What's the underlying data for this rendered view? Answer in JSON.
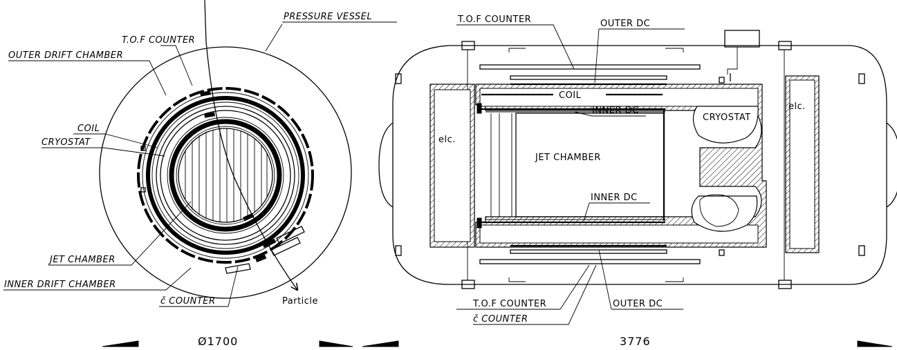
{
  "end_view": {
    "labels": {
      "pressure_vessel": "PRESSURE VESSEL",
      "tof_counter": "T.O.F COUNTER",
      "outer_drift_chamber": "OUTER DRIFT CHAMBER",
      "coil": "COIL",
      "cryostat": "CRYOSTAT",
      "jet_chamber": "JET CHAMBER",
      "inner_drift_chamber": "INNER DRIFT CHAMBER",
      "c_counter": "č COUNTER",
      "particle": "Particle"
    },
    "dimension": "Ø1700"
  },
  "side_view": {
    "labels": {
      "tof_counter_top": "T.O.F COUNTER",
      "outer_dc_top": "OUTER DC",
      "coil": "COIL",
      "cryostat": "CRYOSTAT",
      "elc_right": "elc.",
      "inner_dc_top": "INNER DC",
      "elc_left": "elc.",
      "jet_chamber": "JET CHAMBER",
      "inner_dc_bottom": "INNER DC",
      "tof_counter_bottom": "T.O.F COUNTER",
      "outer_dc_bottom": "OUTER DC",
      "c_counter": "č COUNTER"
    },
    "dimension": "3776"
  }
}
